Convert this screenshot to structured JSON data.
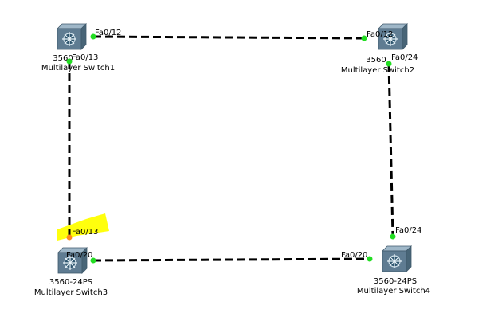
{
  "colors": {
    "link": "#000000",
    "port_up": "#22dd22",
    "port_orange": "#ff8a1a",
    "highlight": "#ffff00",
    "device_top": "#9fb7c8",
    "device_front": "#5f7c92",
    "device_side": "#486577",
    "device_icon": "#2f566f"
  },
  "devices": {
    "switch1": {
      "model": "3560",
      "name": "Multilayer Switch1",
      "icon": "multilayer-switch-icon"
    },
    "switch2": {
      "model": "3560",
      "name": "Multilayer Switch2",
      "icon": "multilayer-switch-icon"
    },
    "switch3": {
      "model": "3560-24PS",
      "name": "Multilayer Switch3",
      "icon": "multilayer-switch-icon"
    },
    "switch4": {
      "model": "3560-24PS",
      "name": "Multilayer Switch4",
      "icon": "multilayer-switch-icon"
    }
  },
  "links": {
    "s1_s2": {
      "a": "Fa0/12",
      "b": "Fa0/12"
    },
    "s1_s3": {
      "a": "Fa0/13",
      "b": "Fa0/13"
    },
    "s2_s4": {
      "a": "Fa0/24",
      "b": "Fa0/24"
    },
    "s3_s4": {
      "a": "Fa0/20",
      "b": "Fa0/20"
    }
  }
}
